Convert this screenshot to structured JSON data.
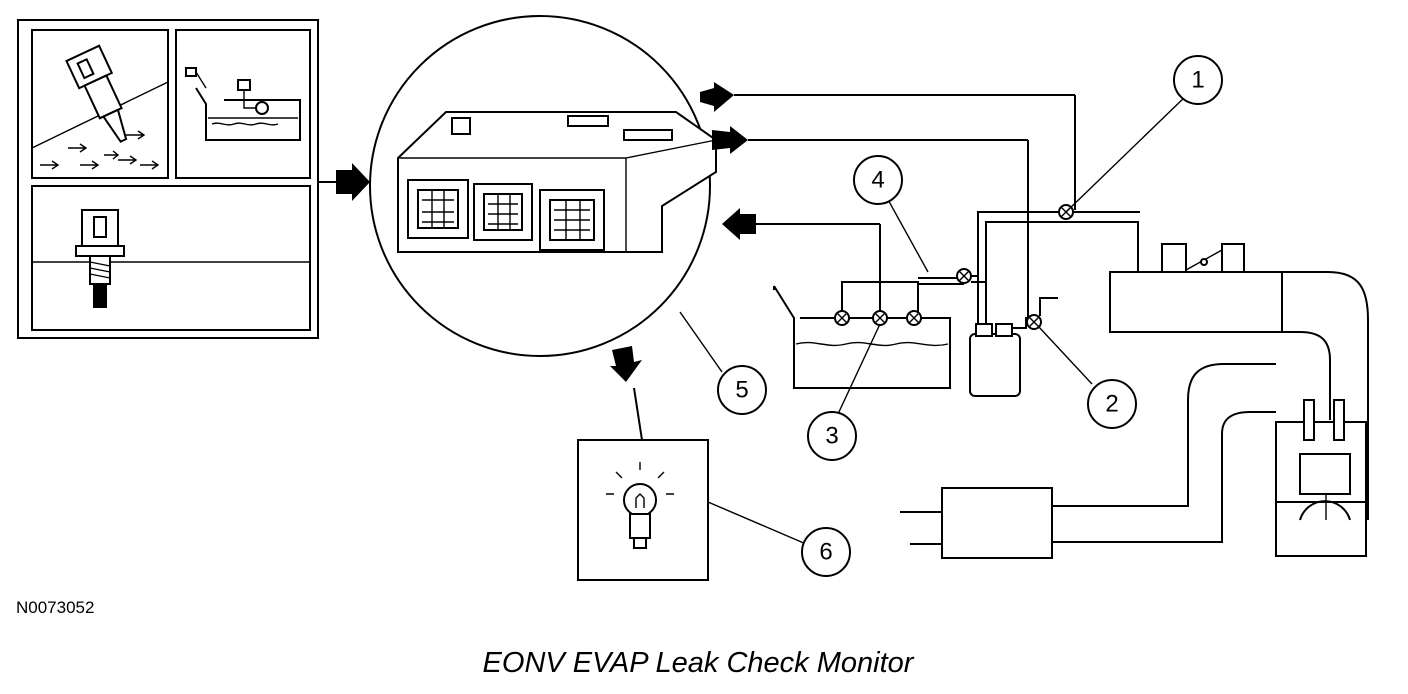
{
  "figure_ref": "N0073052",
  "caption": "EONV EVAP Leak Check Monitor",
  "callouts": [
    {
      "label": "1"
    },
    {
      "label": "2"
    },
    {
      "label": "3"
    },
    {
      "label": "4"
    },
    {
      "label": "5"
    },
    {
      "label": "6"
    }
  ],
  "colors": {
    "line": "#000000",
    "background": "#ffffff"
  }
}
